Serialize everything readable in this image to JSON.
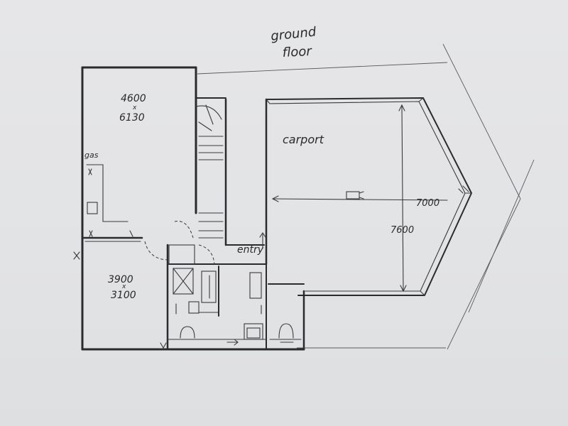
{
  "title_line1": "ground",
  "title_line2": "floor",
  "rooms": {
    "main_room": {
      "w": "4600",
      "x": "x",
      "h": "6130"
    },
    "small_room": {
      "w": "3900",
      "x": "x",
      "h": "3100"
    }
  },
  "labels": {
    "gas": "gas",
    "carport": "carport",
    "entry": "entry",
    "dim_width": "7000",
    "dim_depth": "7600"
  }
}
